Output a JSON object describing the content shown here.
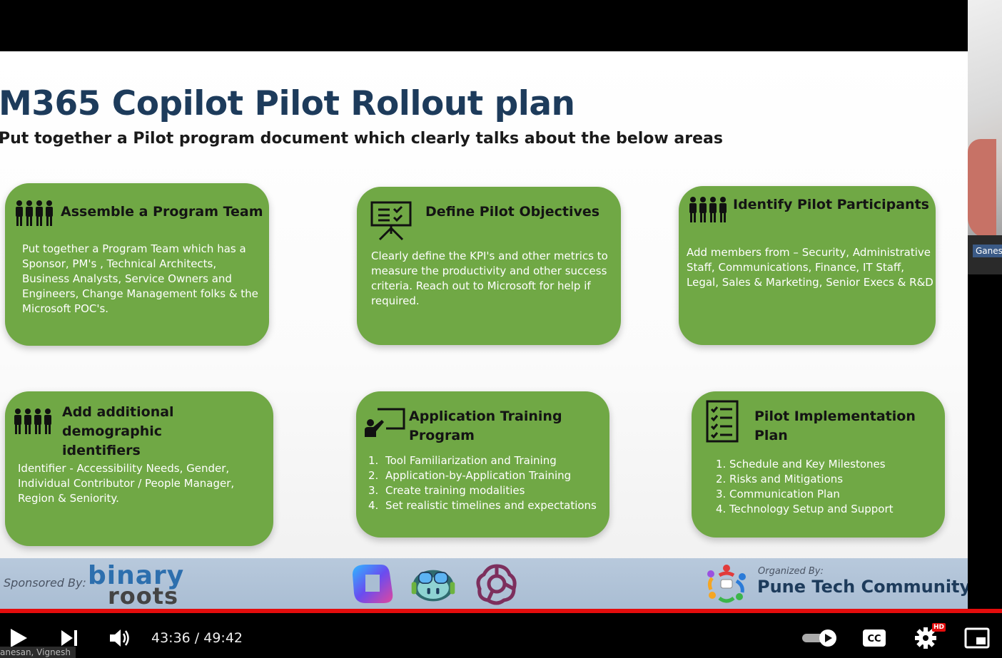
{
  "slide": {
    "title": "M365 Copilot Pilot Rollout plan",
    "subtitle": "Put together a Pilot program  document which clearly talks about the below areas",
    "card_color": "#70a845",
    "cards": [
      {
        "title": "Assemble a Program Team",
        "icon": "people-group-icon",
        "body": "Put together a Program Team which has a Sponsor, PM's , Technical Architects, Business Analysts, Service Owners and Engineers, Change Management folks & the Microsoft POC's."
      },
      {
        "title": "Define Pilot Objectives",
        "icon": "presentation-board-icon",
        "body": "Clearly define the KPI's and other metrics to measure the productivity and other success criteria. Reach out to Microsoft for help if required."
      },
      {
        "title": "Identify Pilot Participants",
        "icon": "people-group-icon",
        "body": "Add members from – Security, Administrative Staff, Communications, Finance, IT Staff, Legal, Sales & Marketing, Senior Execs & R&D"
      },
      {
        "title_line1": "Add additional demographic",
        "title_line2": "identifiers",
        "icon": "people-group-icon",
        "body": "Identifier - Accessibility Needs, Gender, Individual Contributor / People Manager, Region & Seniority."
      },
      {
        "title": "Application Training Program",
        "icon": "teacher-board-icon",
        "items": [
          {
            "num": "1.",
            "text": "Tool Familiarization and Training"
          },
          {
            "num": "2.",
            "text": "Application-by-Application Training"
          },
          {
            "num": "3.",
            "text": "Create training modalities"
          },
          {
            "num": "4.",
            "text": "Set realistic timelines and expectations"
          }
        ]
      },
      {
        "title": "Pilot Implementation Plan",
        "icon": "checklist-icon",
        "items": [
          {
            "num": "1.",
            "text": "Schedule and Key Milestones"
          },
          {
            "num": "2.",
            "text": "Risks and Mitigations"
          },
          {
            "num": "3.",
            "text": "Communication Plan"
          },
          {
            "num": "4.",
            "text": "Technology Setup and Support"
          }
        ]
      }
    ],
    "footer": {
      "sponsored_label": "Sponsored By:",
      "sponsor_line1": "binary",
      "sponsor_line2": "roots",
      "organized_label": "Organized By:",
      "community_name": "Pune Tech Community",
      "logos": [
        "copilot-logo-icon",
        "github-copilot-logo-icon",
        "openai-logo-icon"
      ]
    }
  },
  "webcam": {
    "name": "Ganes"
  },
  "player": {
    "current_time": "43:36",
    "separator": " / ",
    "duration": "49:42",
    "progress_color": "#e40c0c",
    "hd_badge": "HD",
    "presenter_tag": "anesan, Vignesh",
    "autoplay": true
  }
}
